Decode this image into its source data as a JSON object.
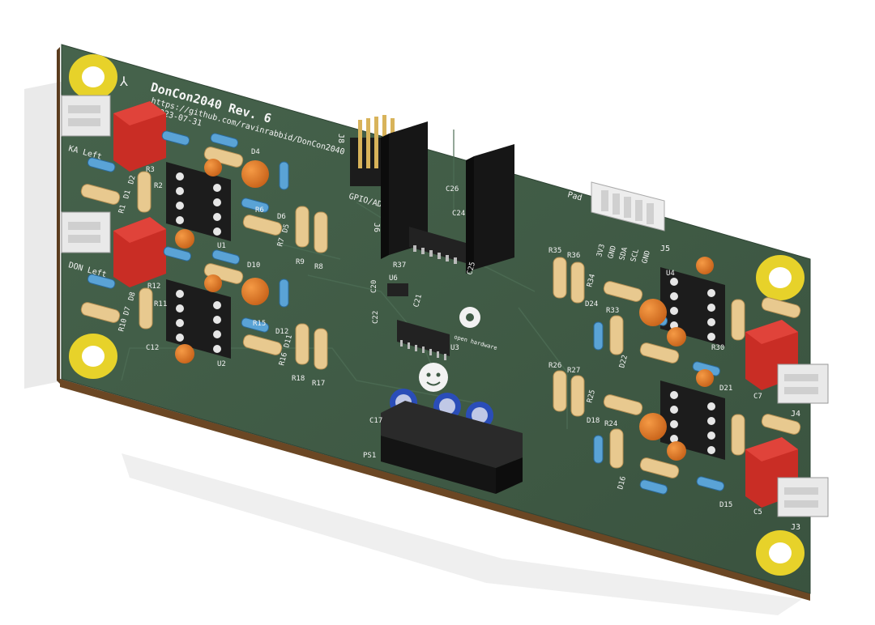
{
  "board": {
    "title": "DonCon2040 Rev. 6",
    "url": "https://github.com/ravinrabbid/DonCon2040",
    "date": "2023-07-31"
  },
  "connectors": {
    "ka_left": "KA Left",
    "don_left": "DON Left",
    "gpio_adc": "GPIO/ADC",
    "pad": "Pad",
    "pad_pins": [
      "3V3",
      "GND",
      "SDA",
      "SCL",
      "GND"
    ],
    "j3": "J3",
    "j4": "J4",
    "j5": "J5",
    "j6": "J6",
    "j8": "J8"
  },
  "references": {
    "left_top": [
      "R1",
      "D1",
      "D2",
      "R3",
      "R2",
      "D4",
      "R6",
      "R7",
      "D5",
      "D6",
      "R9",
      "R8",
      "U1"
    ],
    "left_bottom": [
      "R10",
      "D7",
      "D8",
      "R12",
      "R11",
      "D10",
      "R15",
      "D12",
      "R16",
      "D11",
      "R18",
      "R17",
      "C12",
      "U2"
    ],
    "center": [
      "R37",
      "C26",
      "C24",
      "C25",
      "C20",
      "U6",
      "C21",
      "C22",
      "U3",
      "C17",
      "PS1"
    ],
    "right_top": [
      "R35",
      "R36",
      "R34",
      "D24",
      "R33",
      "D22",
      "R30",
      "C7",
      "U4"
    ],
    "right_bottom": [
      "R26",
      "R27",
      "R25",
      "D18",
      "R24",
      "D16",
      "D21",
      "D15",
      "C5"
    ]
  },
  "logo": {
    "open_hardware": "open hardware"
  },
  "colors": {
    "pcb": "#3f5a45",
    "pcb_edge": "#5a3c1e",
    "silkscreen": "#f2f2f2",
    "pad_gold": "#e7d22a",
    "connector_red": "#d9342b",
    "capacitor_orange": "#e57a20",
    "resistor_tan": "#e8c98f",
    "diode_blue": "#5aa3d6",
    "ic_black": "#1c1c1c",
    "header_pins_gold": "#d8b35a",
    "electrolytic_blue": "#2a4db8"
  }
}
